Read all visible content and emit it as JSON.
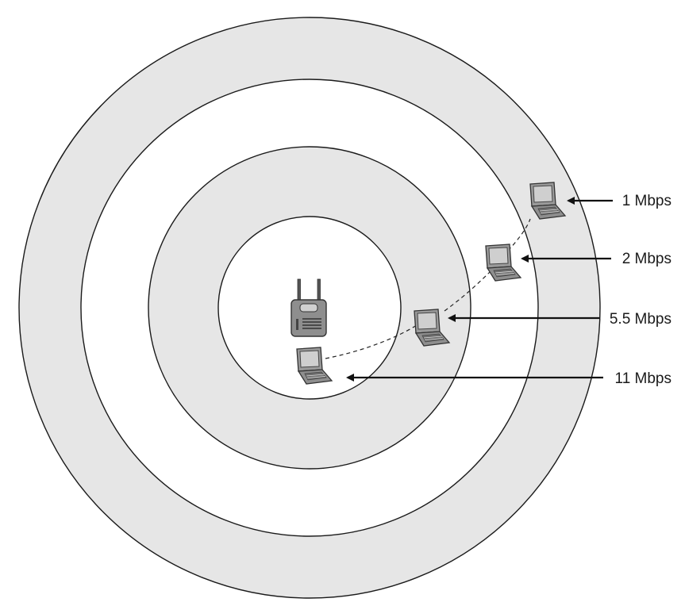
{
  "colors": {
    "ring_shaded": "#e6e6e6",
    "ring_clear": "#ffffff",
    "line": "#1a1a1a",
    "device_fill": "#9a9a9a",
    "device_dark": "#555555"
  },
  "rings": [
    {
      "shade": "shaded"
    },
    {
      "shade": "clear"
    },
    {
      "shade": "shaded"
    },
    {
      "shade": "clear"
    }
  ],
  "devices": {
    "access_point": {
      "icon": "access-point-icon"
    },
    "laptops": [
      {
        "icon": "laptop-icon",
        "rate": "11 Mbps"
      },
      {
        "icon": "laptop-icon",
        "rate": "5.5 Mbps"
      },
      {
        "icon": "laptop-icon",
        "rate": "2 Mbps"
      },
      {
        "icon": "laptop-icon",
        "rate": "1 Mbps"
      }
    ]
  },
  "labels": {
    "rate_1": "1 Mbps",
    "rate_2": "2 Mbps",
    "rate_5_5": "5.5 Mbps",
    "rate_11": "11 Mbps"
  }
}
